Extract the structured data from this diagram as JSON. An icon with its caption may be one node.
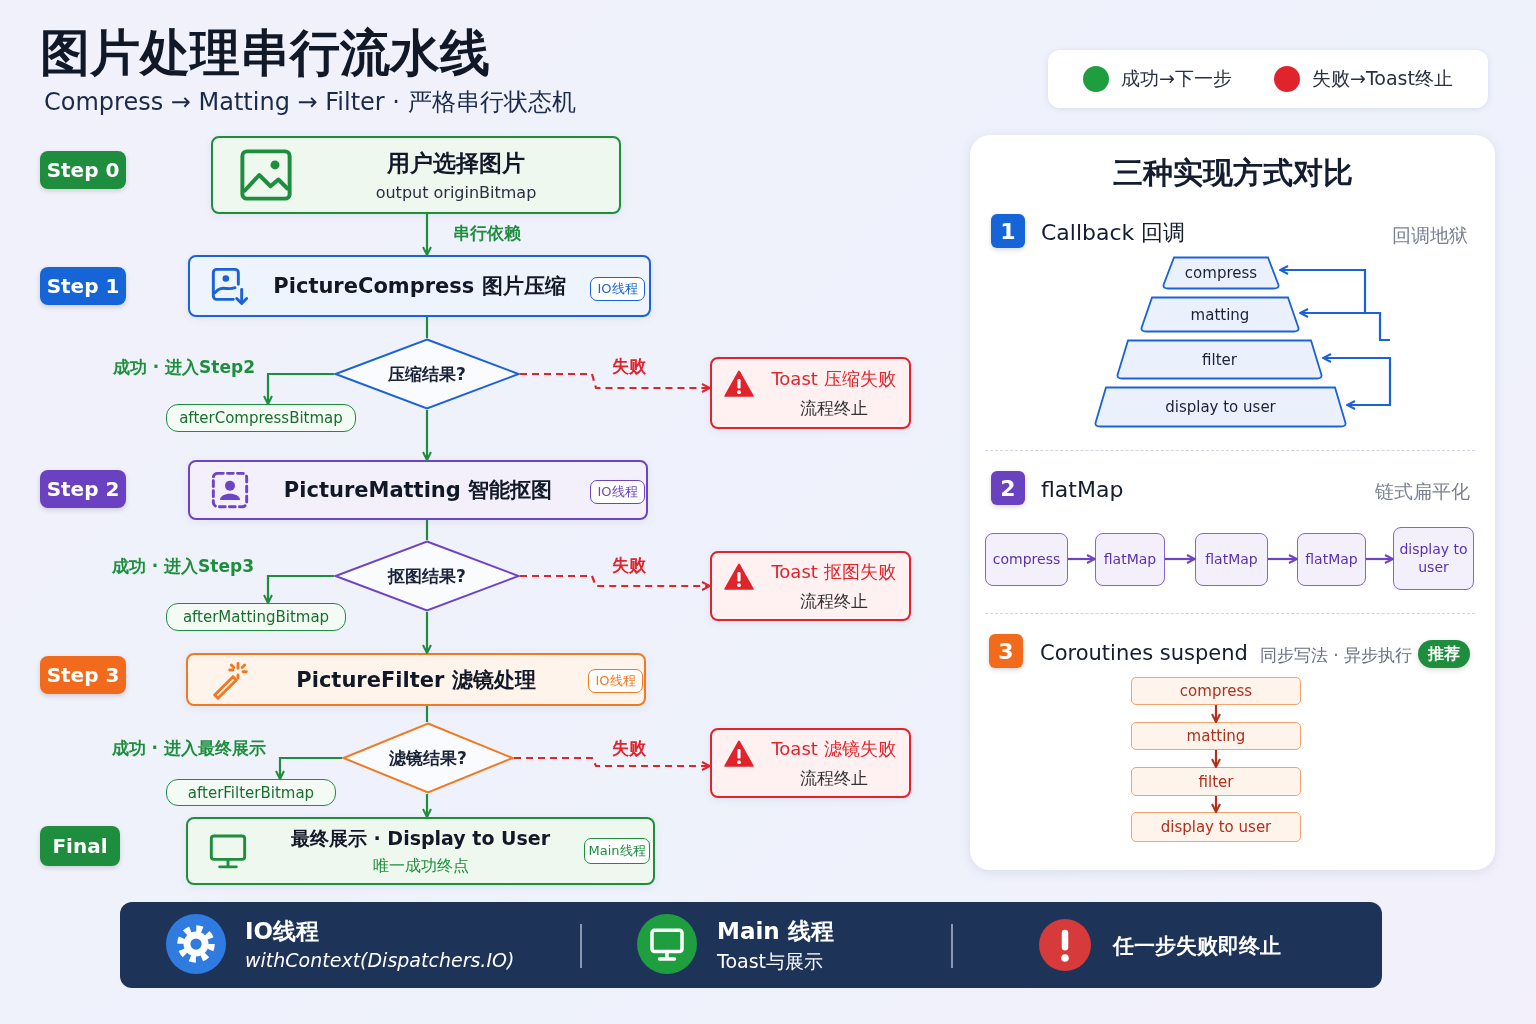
{
  "diagram": {
    "title": "图片处理串行流水线",
    "nodes": [
      {
        "text": [
          "Step 0"
        ]
      },
      {
        "text": [
          "用户选择图片",
          "output originBitmap"
        ]
      },
      {
        "text": [
          "Step 1"
        ]
      },
      {
        "text": [
          "PictureCompress 图片压缩"
        ]
      },
      {
        "text": [
          "IO线程"
        ],
        "in": 3
      },
      {
        "text": [
          "压缩结果?"
        ]
      },
      {
        "text": [
          "afterCompressBitmap"
        ]
      },
      {
        "text": [
          "Toast 压缩失败",
          "流程终止"
        ]
      },
      {
        "text": [
          "Step 2"
        ]
      },
      {
        "text": [
          "PictureMatting 智能抠图"
        ]
      },
      {
        "text": [
          "IO线程"
        ],
        "in": 9
      },
      {
        "text": [
          "抠图结果?"
        ]
      },
      {
        "text": [
          "afterMattingBitmap"
        ]
      },
      {
        "text": [
          "Toast 抠图失败",
          "流程终止"
        ]
      },
      {
        "text": [
          "Step 3"
        ]
      },
      {
        "text": [
          "PictureFilter 滤镜处理"
        ]
      },
      {
        "text": [
          "IO线程"
        ],
        "in": 15
      },
      {
        "text": [
          "滤镜结果?"
        ]
      },
      {
        "text": [
          "afterFilterBitmap"
        ]
      },
      {
        "text": [
          "Toast 滤镜失败",
          "流程终止"
        ]
      },
      {
        "text": [
          "Final"
        ]
      },
      {
        "text": [
          "最终展示 · Display to User",
          "唯一成功终点"
        ]
      },
      {
        "text": [
          "Main线程"
        ],
        "in": 21
      },
      {
        "text": [
          "三种实现方式对比",
          "Callback 回调",
          "回调地狱",
          "flatMap",
          "链式扁平化",
          "Coroutines suspend",
          "同步写法 · 异步执行"
        ]
      },
      {
        "text": [
          "1"
        ],
        "in": 23
      },
      {
        "text": [
          "compress"
        ],
        "in": 23
      },
      {
        "text": [
          "matting"
        ],
        "in": 23
      },
      {
        "text": [
          "filter"
        ],
        "in": 23
      },
      {
        "text": [
          "display to user"
        ],
        "in": 23
      },
      {
        "text": [
          "2"
        ],
        "in": 23
      },
      {
        "text": [
          "compress"
        ],
        "in": 23
      },
      {
        "text": [
          "flatMap"
        ],
        "in": 23
      },
      {
        "text": [
          "flatMap"
        ],
        "in": 23
      },
      {
        "text": [
          "flatMap"
        ],
        "in": 23
      },
      {
        "text": [
          "display to user"
        ],
        "in": 23
      },
      {
        "text": [
          "3"
        ],
        "in": 23
      },
      {
        "text": [
          "推荐"
        ],
        "in": 23
      },
      {
        "text": [
          "compress"
        ],
        "in": 23
      },
      {
        "text": [
          "matting"
        ],
        "in": 23
      },
      {
        "text": [
          "filter"
        ],
        "in": 23
      },
      {
        "text": [
          "display to user"
        ],
        "in": 23
      },
      {
        "text": [
          "IO线程",
          "withContext(Dispatchers.IO)",
          "Main 线程",
          "Toast与展示",
          "任一步失败即终止"
        ]
      }
    ],
    "edges": [
      {
        "from": 1,
        "to": 3,
        "arrow": "to",
        "label": "串行依赖"
      },
      {
        "from": 3,
        "to": 5,
        "arrow": "none"
      },
      {
        "from": 5,
        "to": 6,
        "arrow": "to",
        "label": "成功 · 进入Step2"
      },
      {
        "from": 5,
        "to": 7,
        "arrow": "to",
        "label": "失败",
        "style": "dashed",
        "color": "#e0242c"
      },
      {
        "from": 5,
        "to": 9,
        "arrow": "to"
      },
      {
        "from": 9,
        "to": 11,
        "arrow": "none"
      },
      {
        "from": 11,
        "to": 12,
        "arrow": "to",
        "label": "成功 · 进入Step3"
      },
      {
        "from": 11,
        "to": 13,
        "arrow": "to",
        "label": "失败",
        "style": "dashed",
        "color": "#e0242c"
      },
      {
        "from": 11,
        "to": 15,
        "arrow": "to"
      },
      {
        "from": 15,
        "to": 17,
        "arrow": "none"
      },
      {
        "from": 17,
        "to": 18,
        "arrow": "to",
        "label": "成功 · 进入最终展示"
      },
      {
        "from": 17,
        "to": 19,
        "arrow": "to",
        "label": "失败",
        "style": "dashed",
        "color": "#e0242c"
      },
      {
        "from": 17,
        "to": 21,
        "arrow": "to"
      },
      {
        "from": null,
        "to": 25,
        "arrow": "to",
        "color": "#1a62d6"
      },
      {
        "from": null,
        "to": 26,
        "arrow": "to",
        "color": "#1a62d6"
      },
      {
        "from": null,
        "to": 27,
        "arrow": "to",
        "color": "#1a62d6"
      },
      {
        "from": null,
        "to": 28,
        "arrow": "to",
        "color": "#1a62d6"
      },
      {
        "from": 30,
        "to": 31,
        "arrow": "to",
        "color": "#6d44c4"
      },
      {
        "from": 31,
        "to": 32,
        "arrow": "to",
        "color": "#6d44c4"
      },
      {
        "from": 32,
        "to": 33,
        "arrow": "to",
        "color": "#6d44c4"
      },
      {
        "from": 33,
        "to": 34,
        "arrow": "to",
        "color": "#6d44c4"
      },
      {
        "from": 37,
        "to": 38,
        "arrow": "to",
        "color": "#b0301c"
      },
      {
        "from": 38,
        "to": 39,
        "arrow": "to",
        "color": "#b0301c"
      },
      {
        "from": 39,
        "to": 40,
        "arrow": "to",
        "color": "#b0301c"
      }
    ],
    "labels": [
      "Compress → Matting → Filter · 严格串行状态机"
    ],
    "legend": [
      {
        "text": "成功→下一步",
        "color": "#1e9e3e"
      },
      {
        "text": "失败→Toast终止",
        "color": "#e0242c"
      }
    ]
  }
}
